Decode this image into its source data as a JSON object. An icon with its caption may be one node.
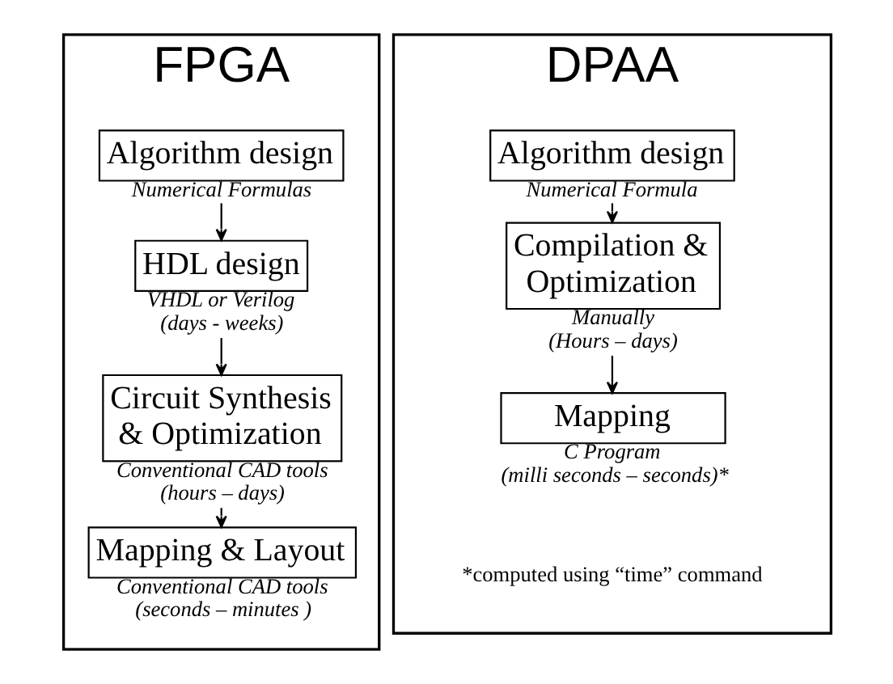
{
  "diagram": {
    "nodes": [
      {
        "text": [
          "FPGA"
        ]
      },
      {
        "text": [
          "Algorithm design"
        ],
        "beside": [
          "Numerical Formulas"
        ],
        "in": 0
      },
      {
        "text": [
          "HDL design"
        ],
        "beside": [
          "VHDL or Verilog",
          "(days - weeks)"
        ],
        "in": 0
      },
      {
        "text": [
          "Circuit Synthesis & Optimization"
        ],
        "beside": [
          "Conventional CAD tools",
          "(hours – days)"
        ],
        "in": 0
      },
      {
        "text": [
          "Mapping & Layout"
        ],
        "beside": [
          "Conventional CAD tools",
          "(seconds – minutes )"
        ],
        "in": 0
      },
      {
        "text": [
          "DPAA"
        ]
      },
      {
        "text": [
          "Algorithm design"
        ],
        "beside": [
          "Numerical Formula"
        ],
        "in": 5
      },
      {
        "text": [
          "Compilation & Optimization"
        ],
        "beside": [
          "Manually",
          "(Hours – days)"
        ],
        "in": 5
      },
      {
        "text": [
          "Mapping"
        ],
        "beside": [
          "C Program",
          "(milli seconds – seconds)*"
        ],
        "in": 5
      }
    ],
    "edges": [
      {
        "from": 1,
        "to": 2,
        "arrow": "to"
      },
      {
        "from": 2,
        "to": 3,
        "arrow": "to"
      },
      {
        "from": 3,
        "to": 4,
        "arrow": "to"
      },
      {
        "from": 6,
        "to": 7,
        "arrow": "to"
      },
      {
        "from": 7,
        "to": 8,
        "arrow": "to"
      }
    ],
    "labels": [
      "*computed using “time” command"
    ]
  }
}
